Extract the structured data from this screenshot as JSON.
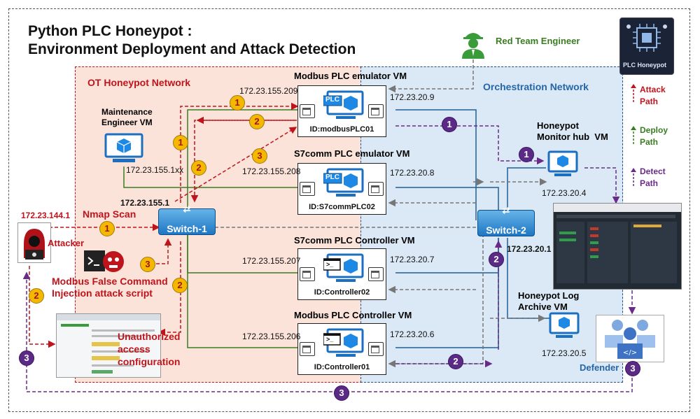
{
  "title": {
    "line1": "Python PLC Honeypot :",
    "line2": "Environment Deployment and Attack Detection"
  },
  "networks": {
    "ot": "OT Honeypot Network",
    "orchestration": "Orchestration Network"
  },
  "legend": {
    "attack": "Attack\nPath",
    "deploy": "Deploy\nPath",
    "detect": "Detect\nPath"
  },
  "logo_text": "PLC Honeypot",
  "red_team": "Red Team Engineer",
  "maintenance": {
    "label": "Maintenance\nEngineer VM",
    "ip": "172.23.155.1xx"
  },
  "attacker": {
    "ip": "172.23.144.1",
    "label": "Attacker",
    "nmap": "Nmap Scan",
    "script": "Modbus False Command\nInjection attack script",
    "unauth": "Unauthorized\naccess\nconfiguration"
  },
  "switch1": {
    "label": "Switch-1",
    "ip": "172.23.155.1"
  },
  "switch2": {
    "label": "Switch-2",
    "ip": "172.23.20.1"
  },
  "vms": [
    {
      "title": "Modbus PLC emulator VM",
      "id": "ID:modbusPLC01",
      "ot_ip": "172.23.155.209",
      "orc_ip": "172.23.20.9",
      "tag": "PLC"
    },
    {
      "title": "S7comm PLC emulator VM",
      "id": "ID:S7commPLC02",
      "ot_ip": "172.23.155.208",
      "orc_ip": "172.23.20.8",
      "tag": "PLC"
    },
    {
      "title": "S7comm PLC Controller VM",
      "id": "ID:Controller02",
      "ot_ip": "172.23.155.207",
      "orc_ip": "172.23.20.7",
      "tag": ">_"
    },
    {
      "title": "Modbus PLC Controller VM",
      "id": "ID:Controller01",
      "ot_ip": "172.23.155.206",
      "orc_ip": "172.23.20.6",
      "tag": ">_"
    }
  ],
  "monitor_hub": {
    "label": "Honeypot\nMonitor hub  VM",
    "ip": "172.23.20.4"
  },
  "log_archive": {
    "label": "Honeypot Log\nArchive VM",
    "ip": "172.23.20.5"
  },
  "defender": "Defender",
  "steps": {
    "one": "1",
    "two": "2",
    "three": "3"
  },
  "colors": {
    "attack": "#c0141d",
    "deploy": "#3a7d22",
    "detect": "#6a2a8a",
    "ot_bg": "#fbe3da",
    "orc_bg": "#dbe9f6"
  }
}
